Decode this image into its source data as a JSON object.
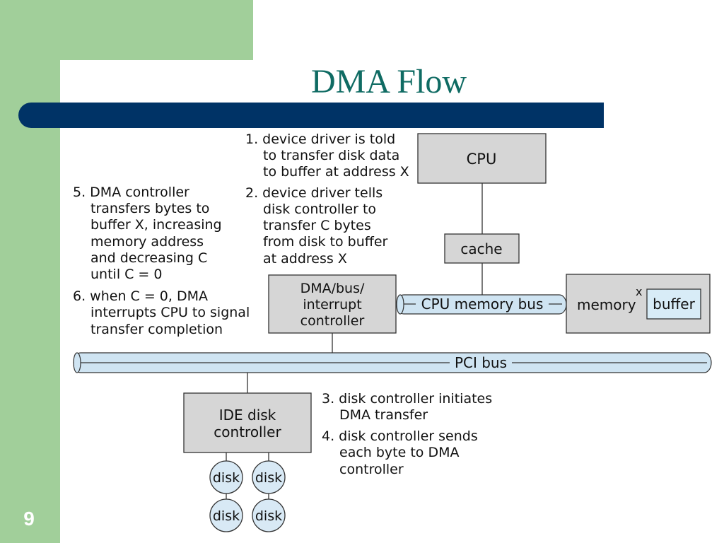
{
  "slide": {
    "title": "DMA Flow",
    "number": "9",
    "colors": {
      "background_accent": "#a1cf9a",
      "title_bar": "#003366",
      "title_text": "#0f6b63",
      "box_fill": "#d6d6d6",
      "bus_fill": "#cfe4f2"
    }
  },
  "diagram": {
    "cpu": "CPU",
    "cache": "cache",
    "cpu_memory_bus": "CPU memory bus",
    "memory": "memory",
    "x_mark": "x",
    "buffer": "buffer",
    "dma_controller": [
      "DMA/bus/",
      "interrupt",
      "controller"
    ],
    "pci_bus": "PCI bus",
    "ide_controller": [
      "IDE disk",
      "controller"
    ],
    "disks": [
      "disk",
      "disk",
      "disk",
      "disk"
    ]
  },
  "steps": {
    "step1": [
      "1. device driver is told",
      "to transfer disk data",
      "to buffer at address X"
    ],
    "step2": [
      "2. device driver tells",
      "disk controller to",
      "transfer C bytes",
      "from disk to buffer",
      "at address X"
    ],
    "step3": [
      "3. disk controller initiates",
      "DMA transfer"
    ],
    "step4": [
      "4. disk controller sends",
      "each byte to DMA",
      "controller"
    ],
    "step5": [
      "5. DMA controller",
      "transfers bytes to",
      "buffer X, increasing",
      "memory address",
      "and decreasing C",
      "until C = 0"
    ],
    "step6": [
      "6. when C = 0, DMA",
      "interrupts CPU to signal",
      "transfer completion"
    ]
  }
}
